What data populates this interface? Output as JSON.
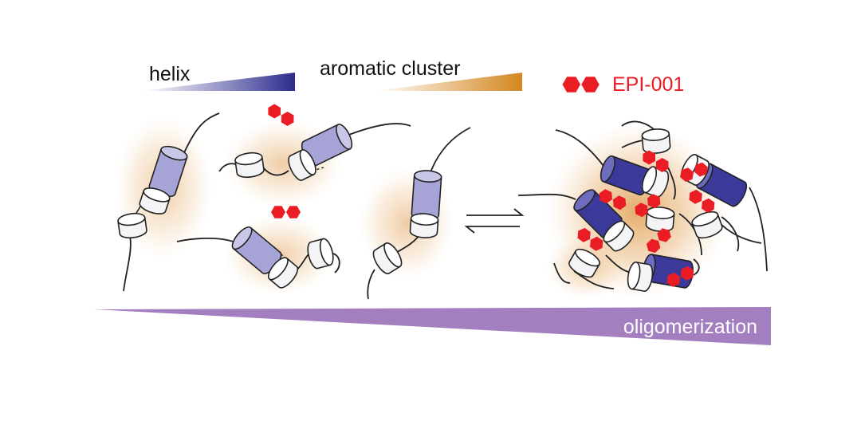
{
  "legend": {
    "helix_label": "helix",
    "aromatic_label": "aromatic cluster",
    "drug_label": "EPI-001"
  },
  "bottom_bar": {
    "label": "oligomerization"
  },
  "colors": {
    "helix_light": "#a6a4d6",
    "helix_dark": "#3b3a9a",
    "aromatic_glow": "#e2a35a",
    "aromatic_dark": "#d4861f",
    "drug_red": "#ea1c24",
    "oligomer_purple": "#a47fc0",
    "disc_fill": "#f4f4f6",
    "outline": "#222222"
  }
}
